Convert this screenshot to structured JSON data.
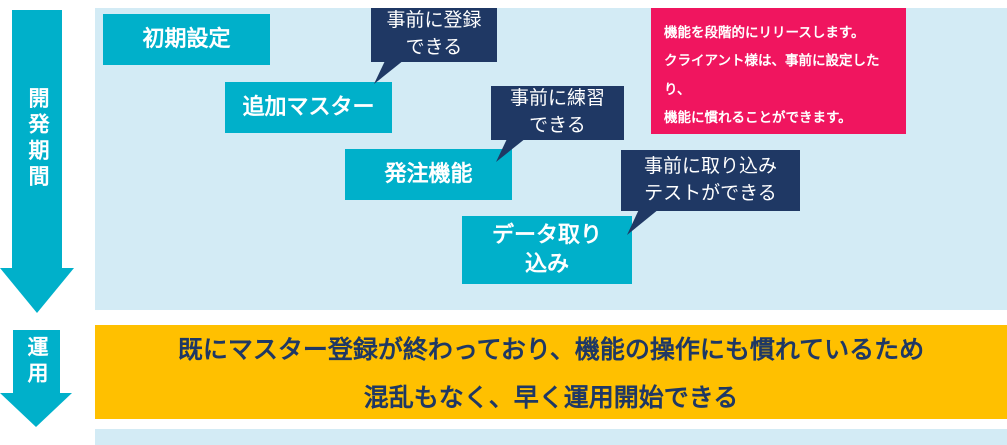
{
  "diagram": {
    "dev_period_label": "開発期間",
    "operation_label": "運用",
    "steps": [
      {
        "label": "初期設定"
      },
      {
        "label": "追加マスター"
      },
      {
        "label": "発注機能"
      },
      {
        "label": "データ取り\n込み"
      }
    ],
    "callouts": [
      {
        "text": "事前に登録\nできる"
      },
      {
        "text": "事前に練習\nできる"
      },
      {
        "text": "事前に取り込み\nテストができる"
      }
    ],
    "note": "機能を段階的にリリースします。\nクライアント様は、事前に設定したり、\n機能に慣れることができます。",
    "banner": {
      "line1": "既にマスター登録が終わっており、機能の操作にも慣れているため",
      "line2": "混乱もなく、早く運用開始できる"
    },
    "colors": {
      "light_blue": "#d3ebf5",
      "cyan": "#00b0ca",
      "navy": "#1f3864",
      "pink": "#f0155f",
      "orange": "#ffc000"
    }
  }
}
